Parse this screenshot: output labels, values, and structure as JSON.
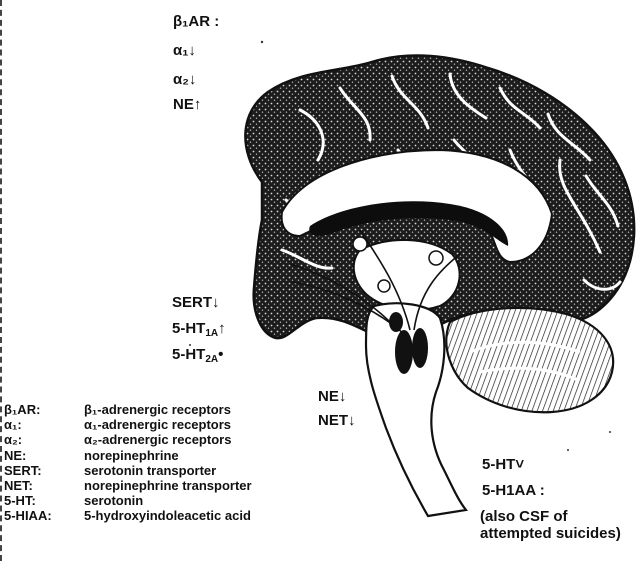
{
  "markers": {
    "up": "↑",
    "down": "↓",
    "dot": "•"
  },
  "cortex_labels": {
    "beta1ar": "β₁AR :",
    "alpha1": "α₁↓",
    "alpha2": "α₂↓",
    "ne": "NE↑"
  },
  "midbrain_labels": {
    "sert": "SERT↓",
    "ht1a_base": "5-HT",
    "ht1a_sub": "1A",
    "ht1a_mark": "↑",
    "ht2a_base": "5-HT",
    "ht2a_sub": "2A",
    "ht2a_mark": "•"
  },
  "brainstem_labels": {
    "ne": "NE↓",
    "net": "NET↓"
  },
  "csf_labels": {
    "ht": "5-HT˅",
    "h1aa": "5-H1AA :",
    "note_line1": "(also CSF of",
    "note_line2": "attempted suicides)"
  },
  "legend": [
    {
      "abbr": "β₁AR:",
      "def": "β₁-adrenergic receptors"
    },
    {
      "abbr": "α₁:",
      "def": "α₁-adrenergic receptors"
    },
    {
      "abbr": "α₂:",
      "def": "α₂-adrenergic receptors"
    },
    {
      "abbr": "NE:",
      "def": "norepinephrine"
    },
    {
      "abbr": "SERT:",
      "def": "serotonin transporter"
    },
    {
      "abbr": "NET:",
      "def": "norepinephrine transporter"
    },
    {
      "abbr": "5-HT:",
      "def": "serotonin"
    },
    {
      "abbr": "5-HIAA:",
      "def": "5-hydroxyindoleacetic acid"
    }
  ],
  "colors": {
    "ink": "#111111",
    "cortex_fill": "#2a2a2a",
    "white_matter": "#ffffff"
  }
}
